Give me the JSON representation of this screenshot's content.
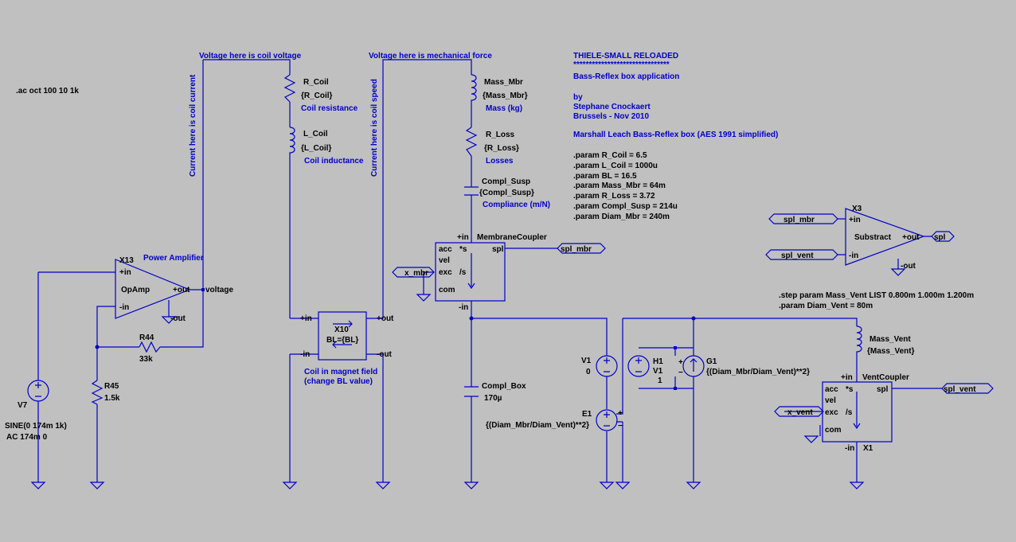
{
  "directive": {
    "ac": ".ac oct 100 10 1k",
    "step": ".step param Mass_Vent LIST 0.800m 1.000m 1.200m",
    "diam_vent": ".param Diam_Vent = 80m"
  },
  "notes": {
    "coil_voltage": "Voltage here is coil voltage",
    "mech_force": "Voltage here is mechanical force",
    "coil_current": "Current here is coil current",
    "coil_speed": "Current here is coil speed",
    "coil_magnet_1": "Coil in magnet field",
    "coil_magnet_2": "(change BL value)"
  },
  "header": {
    "title": "THIELE-SMALL RELOADED",
    "stars": "*******************************",
    "subtitle": "Bass-Reflex box application",
    "by": "by",
    "author": "Stephane Cnockaert",
    "place": "Brussels - Nov 2010",
    "ref": "Marshall Leach Bass-Reflex box (AES 1991 simplified)"
  },
  "params": [
    ".param R_Coil = 6.5",
    ".param L_Coil = 1000u",
    ".param BL = 16.5",
    ".param Mass_Mbr = 64m",
    ".param R_Loss = 3.72",
    ".param Compl_Susp = 214u",
    ".param Diam_Mbr = 240m"
  ],
  "components": {
    "x13_name": "X13",
    "x13_title": "Power Amplifier",
    "x13_model": "OpAmp",
    "x13_in_p": "+in",
    "x13_in_n": "-in",
    "x13_out": "+out",
    "x13_out_n": "-out",
    "voltage_net": "voltage",
    "r44": "R44",
    "r44_val": "33k",
    "r45": "R45",
    "r45_val": "1.5k",
    "v7": "V7",
    "v7_sine": "SINE(0 174m 1k)",
    "v7_ac": "AC 174m 0",
    "r_coil": "R_Coil",
    "r_coil_val": "{R_Coil}",
    "r_coil_desc": "Coil resistance",
    "l_coil": "L_Coil",
    "l_coil_val": "{L_Coil}",
    "l_coil_desc": "Coil inductance",
    "x10": "X10",
    "x10_val": "BL={BL}",
    "x10_in_p": "+in",
    "x10_in_n": "-in",
    "x10_out_p": "+out",
    "x10_out_n": "-out",
    "mass_mbr": "Mass_Mbr",
    "mass_mbr_val": "{Mass_Mbr}",
    "mass_mbr_desc": "Mass (kg)",
    "r_loss": "R_Loss",
    "r_loss_val": "{R_Loss}",
    "r_loss_desc": "Losses",
    "compl_susp": "Compl_Susp",
    "compl_susp_val": "{Compl_Susp}",
    "compl_susp_desc": "Compliance (m/N)",
    "mc_name": "MembraneCoupler",
    "mc_in": "+in",
    "mc_acc": "acc",
    "mc_s": "*s",
    "mc_spl": "spl",
    "mc_vel": "vel",
    "mc_exc": "exc",
    "mc_div": "/s",
    "mc_com": "com",
    "mc_inn": "-in",
    "compl_box": "Compl_Box",
    "compl_box_val": "170µ",
    "v1": "V1",
    "v1_val": "0",
    "e1": "E1",
    "e1_expr": "{(Diam_Mbr/Diam_Vent)**2}",
    "h1": "H1",
    "h1_ctrl": "V1",
    "h1_gain": "1",
    "g1": "G1",
    "g1_expr": "{(Diam_Mbr/Diam_Vent)**2}",
    "mass_vent": "Mass_Vent",
    "mass_vent_val": "{Mass_Vent}",
    "vc_name": "VentCoupler",
    "vc_in": "+in",
    "vc_acc": "acc",
    "vc_s": "*s",
    "vc_spl": "spl",
    "vc_vel": "vel",
    "vc_exc": "exc",
    "vc_div": "/s",
    "vc_com": "com",
    "vc_inn": "-in",
    "vc_ref": "X1",
    "x3": "X3",
    "x3_model": "Substract",
    "x3_in_p": "+in",
    "x3_in_n": "-in",
    "x3_out": "+out",
    "x3_out_n": "-out"
  },
  "labels": {
    "spl_mbr": "spl_mbr",
    "x_mbr": "x_mbr",
    "spl_vent": "spl_vent",
    "x_vent": "x_vent",
    "spl": "spl"
  }
}
